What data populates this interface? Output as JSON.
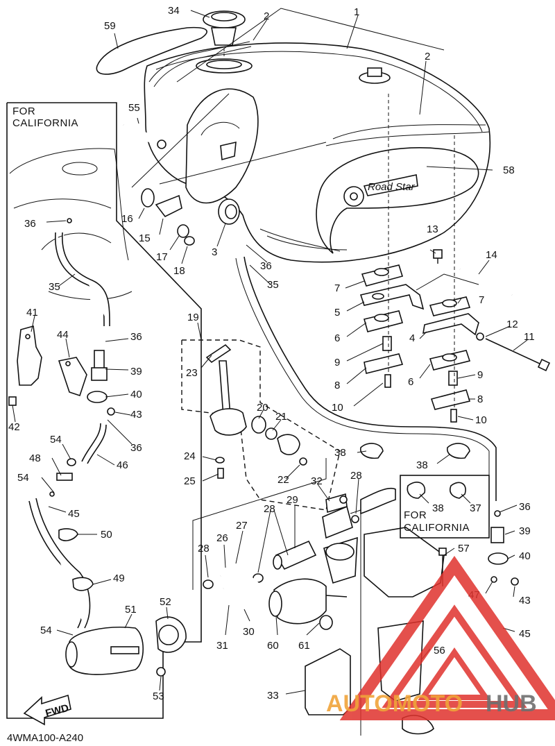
{
  "diagram_code": "4WMA100-A240",
  "california_box_title_1": "FOR",
  "california_box_title_2": "CALIFORNIA",
  "california_inset_title_1": "FOR",
  "california_inset_title_2": "CALIFORNIA",
  "fwd_label": "FWD",
  "watermark": {
    "part1": "AUTOMOTO",
    "part2": "HUB",
    "color_logo": "#e0322d",
    "color_text1": "#f0a43a",
    "color_text2": "#6f6f6f"
  },
  "callouts": {
    "c1": "1",
    "c2a": "2",
    "c2b": "2",
    "c3": "3",
    "c4": "4",
    "c5": "5",
    "c6a": "6",
    "c6b": "6",
    "c7a": "7",
    "c7b": "7",
    "c8a": "8",
    "c8b": "8",
    "c9a": "9",
    "c9b": "9",
    "c10a": "10",
    "c10b": "10",
    "c11": "11",
    "c12": "12",
    "c13": "13",
    "c14": "14",
    "c15": "15",
    "c16": "16",
    "c17": "17",
    "c18": "18",
    "c19": "19",
    "c20": "20",
    "c21": "21",
    "c22": "22",
    "c23": "23",
    "c24": "24",
    "c25": "25",
    "c26": "26",
    "c27": "27",
    "c28a": "28",
    "c28b": "28",
    "c28c": "28",
    "c29": "29",
    "c30": "30",
    "c31": "31",
    "c32": "32",
    "c33": "33",
    "c34": "34",
    "c35a": "35",
    "c35b": "35",
    "c36a": "36",
    "c36b": "36",
    "c36c": "36",
    "c36d": "36",
    "c36e": "36",
    "c37": "37",
    "c38a": "38",
    "c38b": "38",
    "c38c": "38",
    "c39a": "39",
    "c39b": "39",
    "c40a": "40",
    "c40b": "40",
    "c41": "41",
    "c42": "42",
    "c43a": "43",
    "c43b": "43",
    "c44": "44",
    "c45a": "45",
    "c45b": "45",
    "c46": "46",
    "c47": "47",
    "c48": "48",
    "c49": "49",
    "c50": "50",
    "c51": "51",
    "c52": "52",
    "c53": "53",
    "c54a": "54",
    "c54b": "54",
    "c54c": "54",
    "c55": "55",
    "c56": "56",
    "c57": "57",
    "c58": "58",
    "c59": "59",
    "c60": "60",
    "c61": "61"
  }
}
